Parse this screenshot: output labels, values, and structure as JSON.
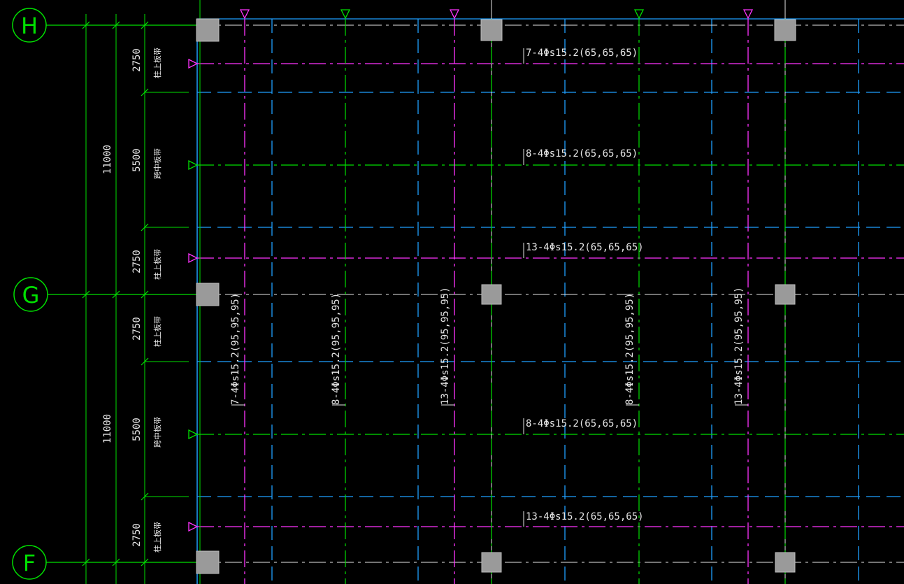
{
  "colors": {
    "background": "#000000",
    "axis": "#00e000",
    "magenta": "#ff33ff",
    "cyan": "#1fa0ff",
    "white": "#e6e6e6",
    "column": "#9a9a9a"
  },
  "axes": [
    {
      "label": "H",
      "icon": "axis-bubble-icon"
    },
    {
      "label": "G",
      "icon": "axis-bubble-icon"
    },
    {
      "label": "F",
      "icon": "axis-bubble-icon"
    }
  ],
  "dimensions": {
    "total": [
      {
        "value": "11000"
      },
      {
        "value": "11000"
      }
    ],
    "segments": [
      {
        "value": "2750",
        "band": "柱上板带"
      },
      {
        "value": "5500",
        "band": "跨中板带"
      },
      {
        "value": "2750",
        "band": "柱上板带"
      },
      {
        "value": "2750",
        "band": "柱上板带"
      },
      {
        "value": "5500",
        "band": "跨中板带"
      },
      {
        "value": "2750",
        "band": "柱上板带"
      }
    ]
  },
  "h_tendons": [
    {
      "label": "7-4Φs15.2(65,65,65)"
    },
    {
      "label": "8-4Φs15.2(65,65,65)"
    },
    {
      "label": "13-4Φs15.2(65,65,65)"
    },
    {
      "label": "8-4Φs15.2(65,65,65)"
    },
    {
      "label": "13-4Φs15.2(65,65,65)"
    }
  ],
  "v_tendons": [
    {
      "label": "7-4Φs15.2(95,95,95)"
    },
    {
      "label": "8-4Φs15.2(95,95,95)"
    },
    {
      "label": "13-4Φs15.2(95,95,95)"
    },
    {
      "label": "8-4Φs15.2(95,95,95)"
    },
    {
      "label": "13-4Φs15.2(95,95,95)"
    }
  ]
}
